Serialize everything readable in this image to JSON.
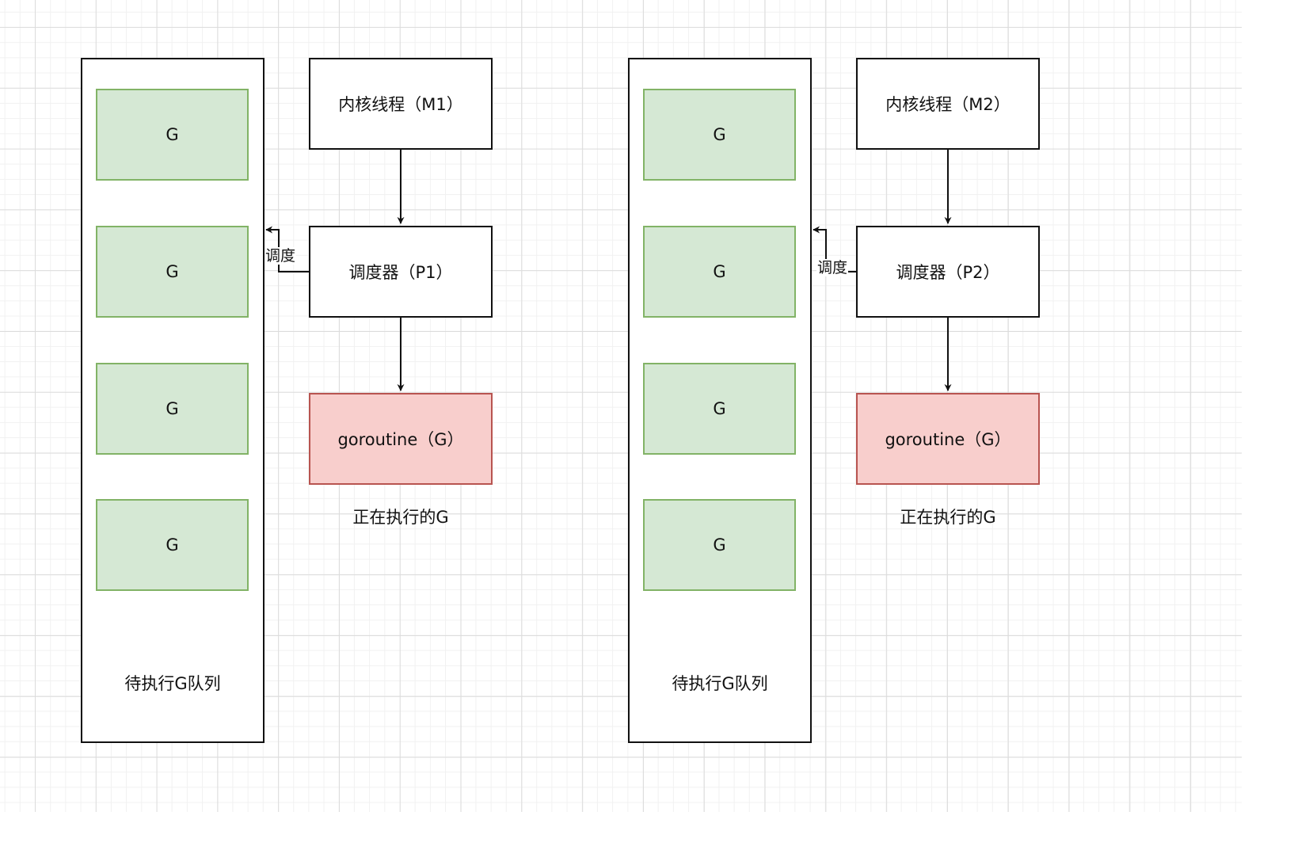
{
  "groups": [
    {
      "queue_label": "待执行G队列",
      "queue_items": [
        "G",
        "G",
        "G",
        "G"
      ],
      "thread_label": "内核线程（M1）",
      "scheduler_label": "调度器（P1）",
      "goroutine_label": "goroutine（G）",
      "running_label": "正在执行的G",
      "schedule_edge_label": "调度"
    },
    {
      "queue_label": "待执行G队列",
      "queue_items": [
        "G",
        "G",
        "G",
        "G"
      ],
      "thread_label": "内核线程（M2）",
      "scheduler_label": "调度器（P2）",
      "goroutine_label": "goroutine（G）",
      "running_label": "正在执行的G",
      "schedule_edge_label": "调度"
    }
  ],
  "colors": {
    "queue_item_fill": "#d5e8d4",
    "queue_item_stroke": "#82b366",
    "goroutine_fill": "#f8cecc",
    "goroutine_stroke": "#b85450",
    "box_stroke": "#111111"
  }
}
